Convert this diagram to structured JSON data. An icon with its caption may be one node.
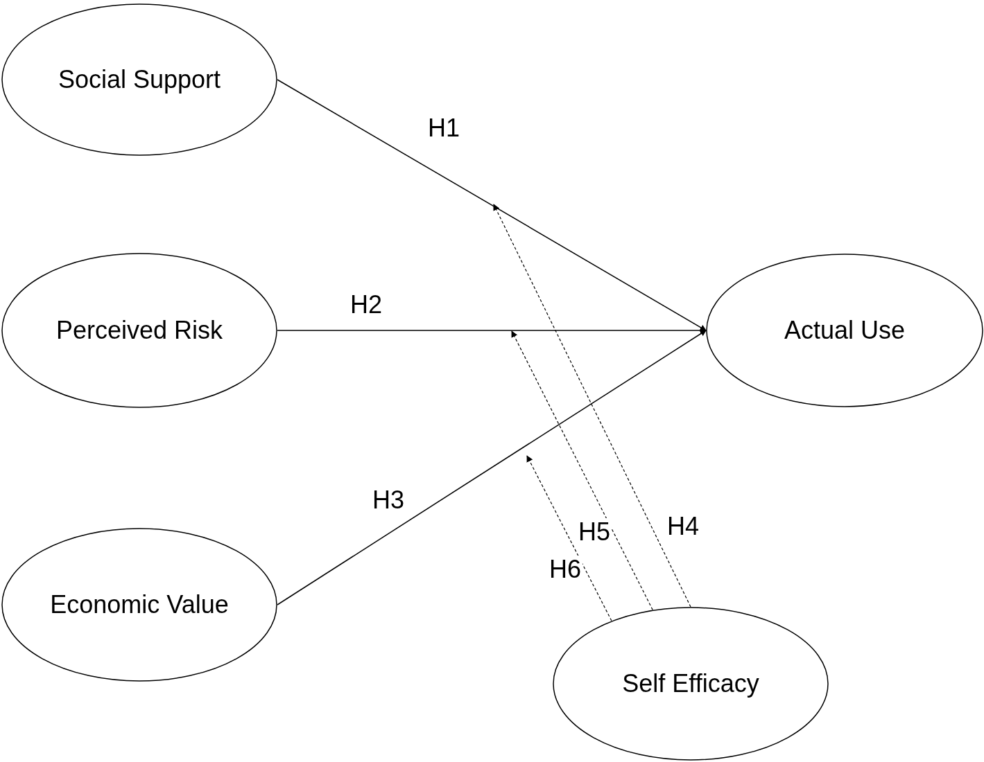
{
  "diagram": {
    "nodes": [
      {
        "text": [
          "Social Support"
        ]
      },
      {
        "text": [
          "Perceived Risk"
        ]
      },
      {
        "text": [
          "Economic Value"
        ]
      },
      {
        "text": [
          "Actual Use"
        ]
      },
      {
        "text": [
          "Self Efficacy"
        ]
      }
    ],
    "edges": [
      {
        "from": 0,
        "to": 3,
        "arrow": "to",
        "label": "H1"
      },
      {
        "from": 1,
        "to": 3,
        "arrow": "to",
        "label": "H2"
      },
      {
        "from": 2,
        "to": 3,
        "arrow": "to",
        "label": "H3"
      },
      {
        "from": 4,
        "to": null,
        "arrow": "to",
        "label": "H4",
        "style": "dashed"
      },
      {
        "from": 4,
        "to": null,
        "arrow": "to",
        "label": "H5",
        "style": "dashed"
      },
      {
        "from": 4,
        "to": null,
        "arrow": "to",
        "label": "H6",
        "style": "dashed"
      }
    ]
  }
}
